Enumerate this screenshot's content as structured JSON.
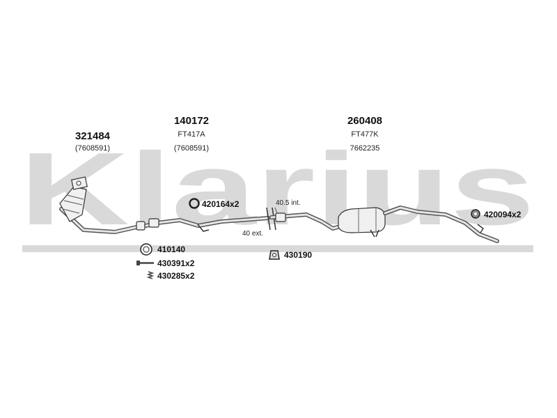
{
  "colors": {
    "watermark": "#d9d9d9",
    "pipe": "#555555",
    "text": "#111111"
  },
  "watermark": {
    "text": "Klarius"
  },
  "sections": [
    {
      "part_number": "321484",
      "ref": "(7608591)"
    },
    {
      "part_number": "140172",
      "code": "FT417A",
      "ref": "(7608591)"
    },
    {
      "part_number": "260408",
      "code": "FT477K",
      "ref": "7662235"
    }
  ],
  "fittings": [
    {
      "label": "420164x2",
      "icon": "ring-clamp-icon"
    },
    {
      "label": "420094x2",
      "icon": "rubber-hanger-icon"
    },
    {
      "label": "410140",
      "icon": "gasket-ring-icon"
    },
    {
      "label": "430391x2",
      "icon": "bolt-icon"
    },
    {
      "label": "430285x2",
      "icon": "spring-icon"
    },
    {
      "label": "430190",
      "icon": "mounting-bracket-icon"
    }
  ],
  "dimensions": [
    {
      "label": "40.5 int."
    },
    {
      "label": "40 ext."
    }
  ]
}
